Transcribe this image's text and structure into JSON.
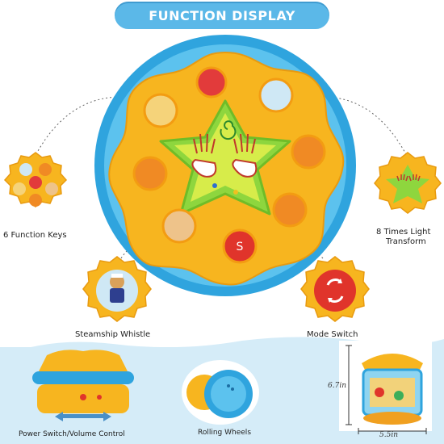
{
  "title": "FUNCTION DISPLAY",
  "callouts": {
    "function_keys": "6 Function Keys",
    "light_transform_line1": "8 Times Light",
    "light_transform_line2": "Transform",
    "steamship_whistle": "Steamship Whistle",
    "mode_switch": "Mode Switch"
  },
  "bottom": {
    "power_switch": "Power Switch/Volume Control",
    "rolling_wheels": "Rolling Wheels",
    "height": "6.7in",
    "width": "5.5in"
  },
  "colors": {
    "banner": "#5bb8e8",
    "toy_rim": "#2fa4de",
    "toy_body": "#f7b51f",
    "star": "#8ed63e",
    "mode_button": "#e0342b",
    "bottom_band": "#d5ecf8"
  },
  "icons": {
    "hands": "hands-icon",
    "spiral": "spiral-icon",
    "mode_arrows": "change-over-arrows-icon",
    "sailor_bear": "sailor-bear-icon"
  }
}
